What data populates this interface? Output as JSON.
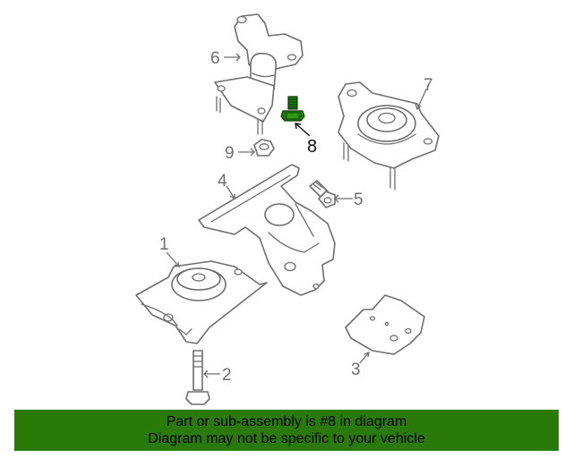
{
  "diagram": {
    "callouts": {
      "c1": "1",
      "c2": "2",
      "c3": "3",
      "c4": "4",
      "c5": "5",
      "c6": "6",
      "c7": "7",
      "c8": "8",
      "c9": "9"
    },
    "highlighted_part": "8",
    "highlight_color": "#2a7a0a"
  },
  "banner": {
    "line1": "Part or sub-assembly is #8 in diagram",
    "line2": "Diagram may not be specific to your vehicle",
    "background": "#2a7a0a"
  }
}
